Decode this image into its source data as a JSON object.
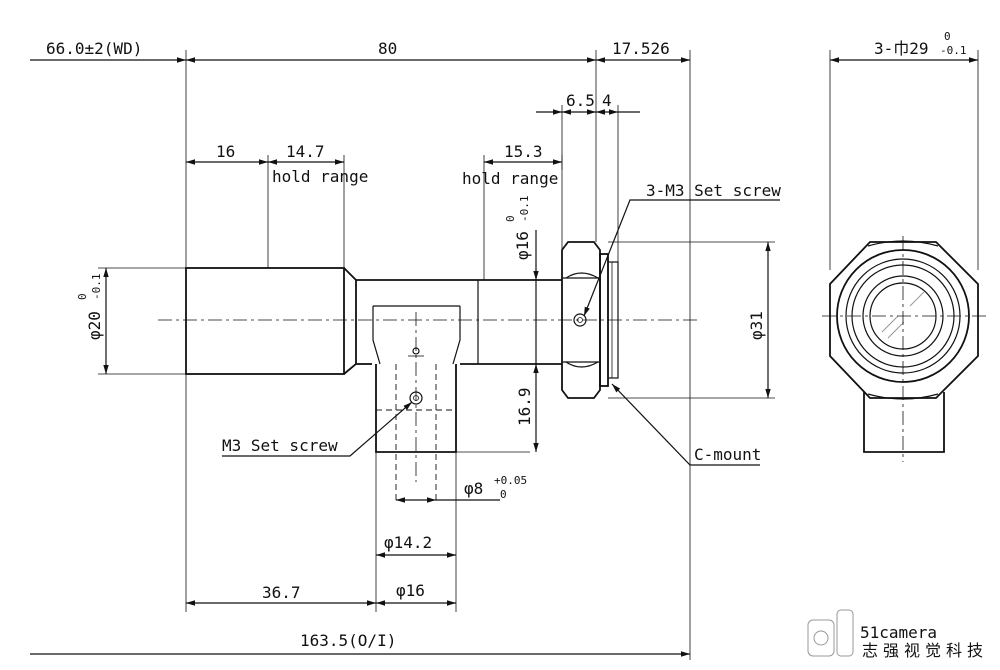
{
  "dimensions": {
    "wd": "66.0±2(WD)",
    "total_80": "80",
    "flange": "17.526",
    "d_6_5": "6.5",
    "d_4": "4",
    "d_16": "16",
    "d_14_7": "14.7",
    "hold_range_1": "hold range",
    "d_15_3": "15.3",
    "hold_range_2": "hold range",
    "phi16_main": "φ16",
    "phi16_tol_top": "0",
    "phi16_tol_bot": "-0.1",
    "phi20_main": "φ20",
    "phi20_tol_top": "0",
    "phi20_tol_bot": "-0.1",
    "phi31": "φ31",
    "d_16_9": "16.9",
    "phi8_main": "φ8",
    "phi8_tol_top": "+0.05",
    "phi8_tol_bot": "0",
    "phi14_2": "φ14.2",
    "phi16_port": "φ16",
    "d_36_7": "36.7",
    "overall": "163.5(O/I)",
    "side_width_main": "3-巾29",
    "side_width_tol_top": "0",
    "side_width_tol_bot": "-0.1"
  },
  "callouts": {
    "set_screw_3": "3-M3 Set screw",
    "set_screw": "M3 Set screw",
    "c_mount": "C-mount"
  },
  "watermark": {
    "brand": "51camera",
    "subtitle": "志强视觉科技"
  }
}
